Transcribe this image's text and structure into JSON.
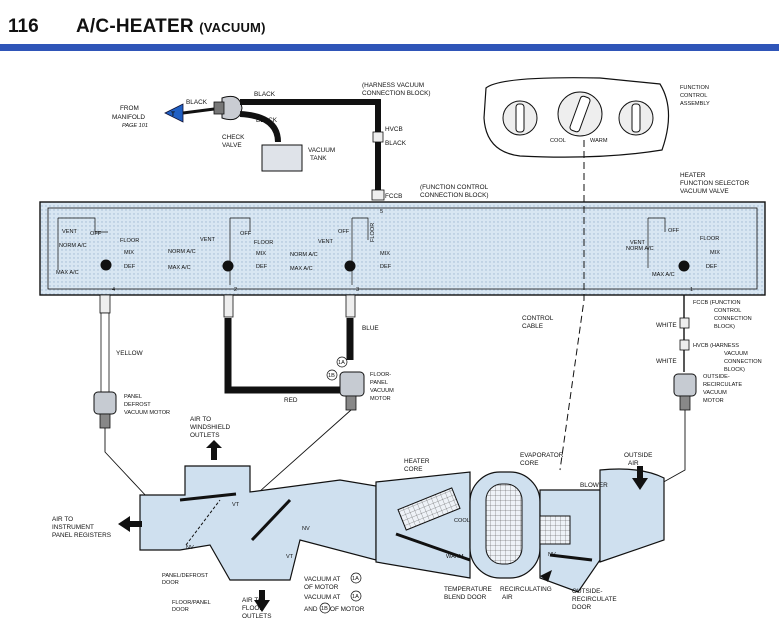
{
  "header": {
    "page_number": "116",
    "title": "A/C-HEATER",
    "subtitle": "(VACUUM)"
  },
  "manifold": {
    "from": "FROM",
    "manifold": "MANIFOLD",
    "page": "PAGE 101",
    "marker": "T"
  },
  "hoses": {
    "black": "BLACK",
    "yellow": "YELLOW",
    "red": "RED",
    "blue": "BLUE",
    "white": "WHITE"
  },
  "check_valve": [
    "CHECK",
    "VALVE"
  ],
  "vacuum_tank": [
    "VACUUM",
    "TANK"
  ],
  "harness_block": [
    "(HARNESS VACUUM",
    "CONNECTION BLOCK)"
  ],
  "hvcb": "HVCB",
  "fccb": "FCCB",
  "function_block": [
    "(FUNCTION CONTROL",
    "CONNECTION BLOCK)"
  ],
  "function_control": [
    "FUNCTION",
    "CONTROL",
    "ASSEMBLY"
  ],
  "knob": {
    "cool": "COOL",
    "warm": "WARM"
  },
  "heater_valve": [
    "HEATER",
    "FUNCTION SELECTOR",
    "VACUUM VALVE"
  ],
  "switch_labels": {
    "vent": "VENT",
    "off": "OFF",
    "floor": "FLOOR",
    "norm_ac": "NORM A/C",
    "mix": "MIX",
    "max_ac": "MAX A/C",
    "def": "DEF"
  },
  "ports": [
    "4",
    "2",
    "3",
    "1",
    "5"
  ],
  "control_cable": [
    "CONTROL",
    "CABLE"
  ],
  "right_fccb": [
    "FCCB (FUNCTION",
    "CONTROL",
    "CONNECTION",
    "BLOCK)"
  ],
  "right_hvcb": [
    "HVCB (HARNESS",
    "VACUUM",
    "CONNECTION",
    "BLOCK)"
  ],
  "panel_motor": [
    "PANEL",
    "DEFROST",
    "VACUUM MOTOR"
  ],
  "floor_motor": [
    "FLOOR-",
    "PANEL",
    "VACUUM",
    "MOTOR"
  ],
  "motor_ports": [
    "1A",
    "1B"
  ],
  "recirc_motor": [
    "OUTSIDE-",
    "RECIRCULATE",
    "VACUUM",
    "MOTOR"
  ],
  "air_windshield": [
    "AIR TO",
    "WINDSHIELD",
    "OUTLETS"
  ],
  "air_instrument": [
    "AIR TO",
    "INSTRUMENT",
    "PANEL REGISTERS"
  ],
  "heater_core": [
    "HEATER",
    "CORE"
  ],
  "evaporator_core": [
    "EVAPORATOR",
    "CORE"
  ],
  "blower": "BLOWER",
  "outside_air": [
    "OUTSIDE",
    "AIR"
  ],
  "duct_marks": {
    "vt": "VT",
    "nv": "NV",
    "cool": "COOL",
    "warm": "WARM"
  },
  "panel_defrost_door": [
    "PANEL/DEFROST",
    "DOOR"
  ],
  "floor_panel_door": [
    "FLOOR/PANEL",
    "DOOR"
  ],
  "air_floor": [
    "AIR TO",
    "FLOOR",
    "OUTLETS"
  ],
  "vacuum_note1": [
    "VACUUM AT",
    "OF MOTOR"
  ],
  "vacuum_note2": [
    "VACUUM AT",
    "AND",
    "OF MOTOR"
  ],
  "temp_door": [
    "TEMPERATURE",
    "BLEND DOOR"
  ],
  "recirc_air": [
    "RECIRCULATING",
    "AIR"
  ],
  "recirc_door": [
    "OUTSIDE-",
    "RECIRCULATE",
    "DOOR"
  ],
  "colors": {
    "rule": "#2f55b8",
    "panel": "#d8e6f2",
    "duct": "#cfe0ef",
    "hose": "#111111",
    "marker": "#1f5fc4"
  }
}
